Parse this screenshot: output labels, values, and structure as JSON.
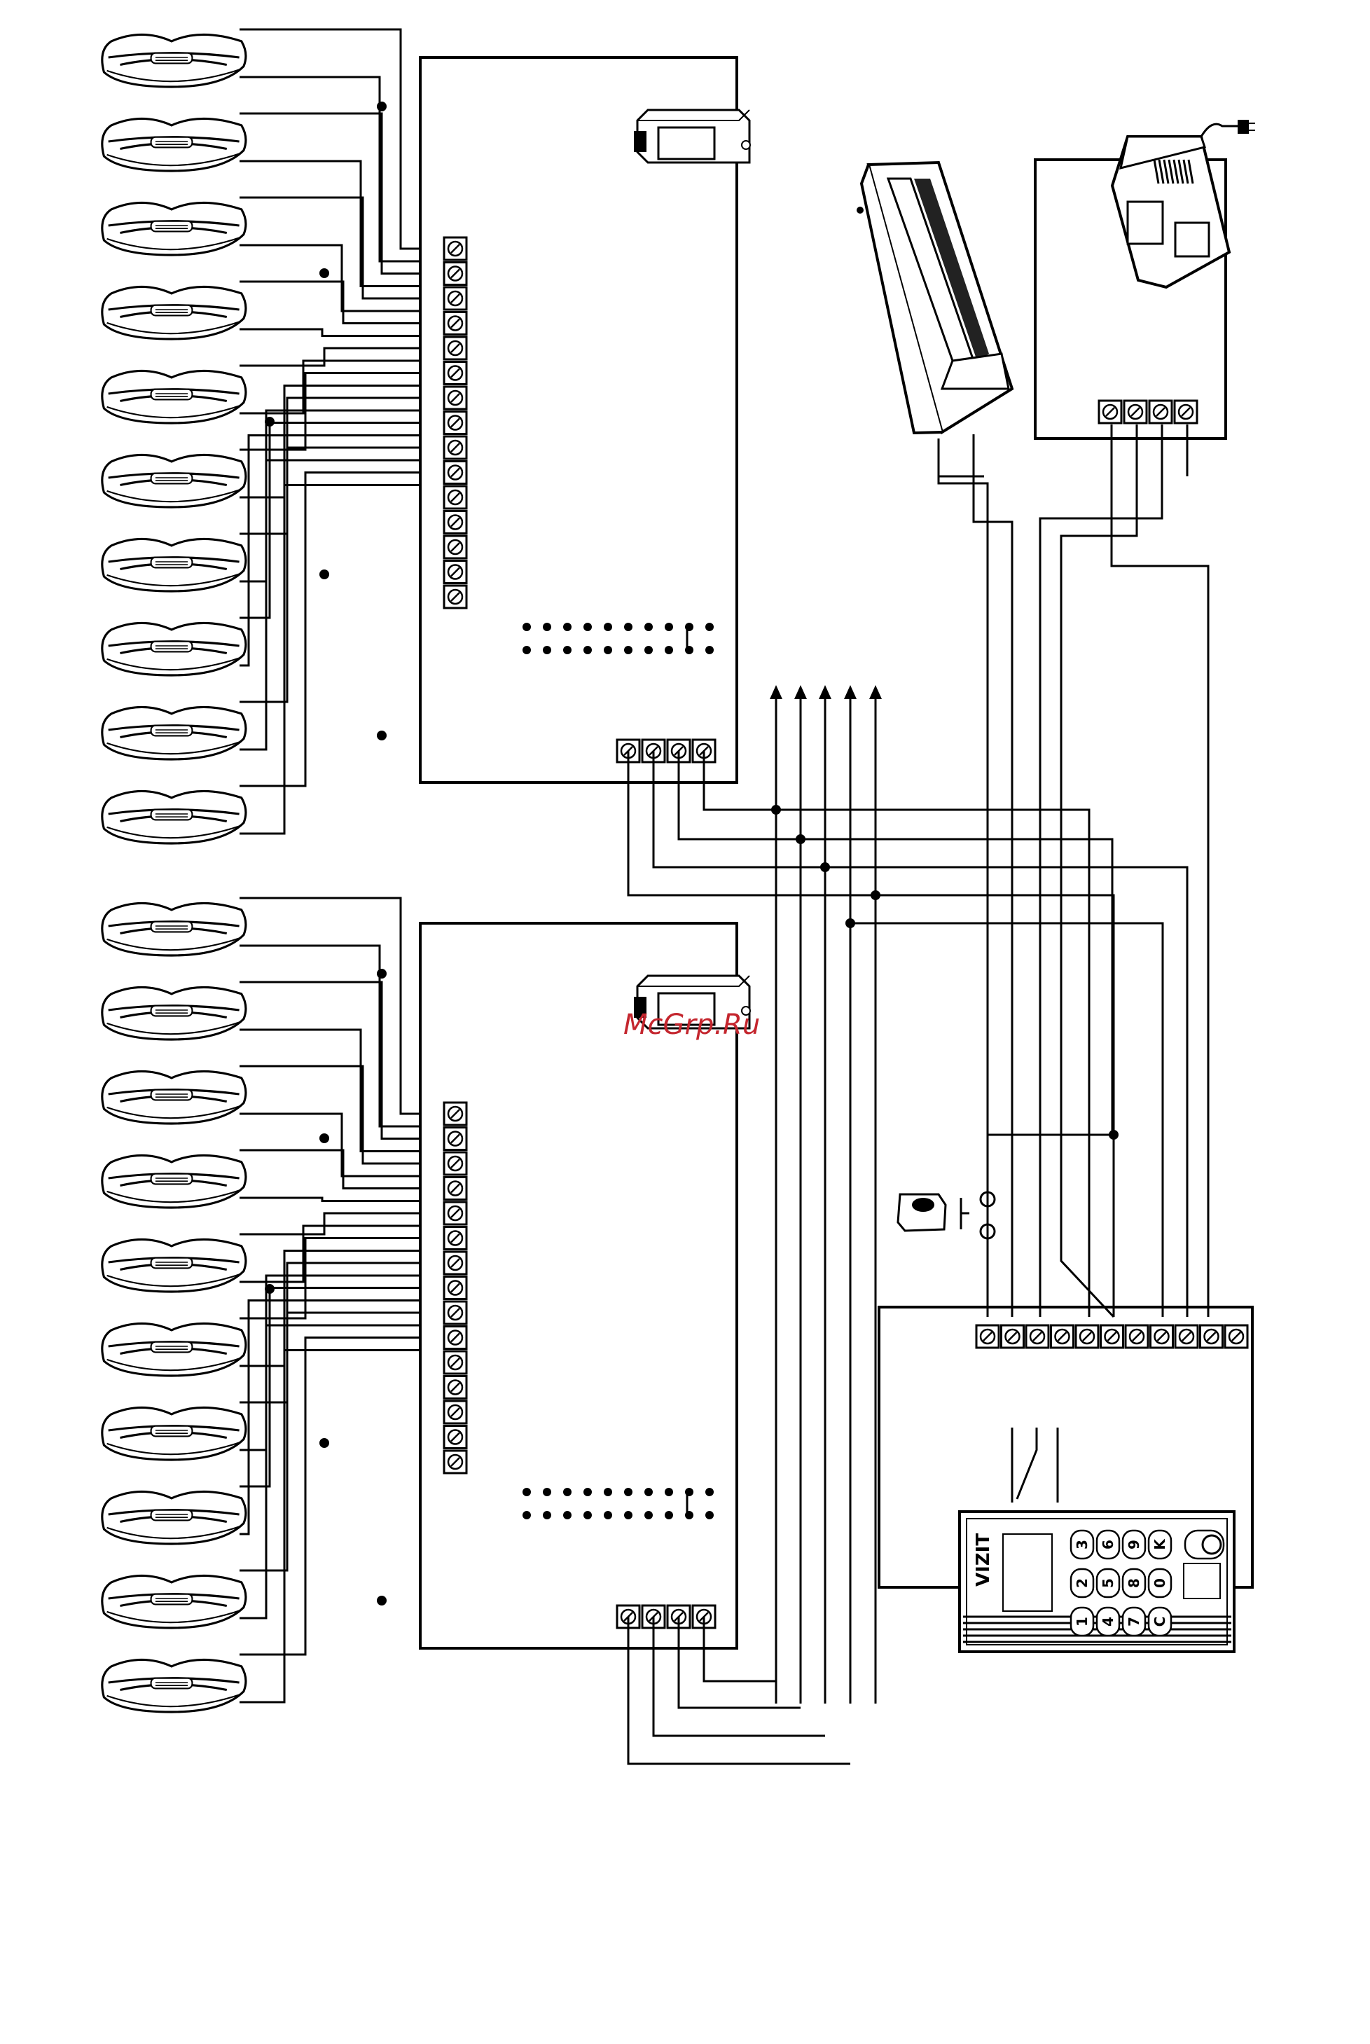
{
  "watermark": "McGrp.Ru",
  "keypad": {
    "brand": "VIZIT",
    "keys": [
      "3",
      "6",
      "9",
      "K",
      "2",
      "5",
      "8",
      "0",
      "1",
      "4",
      "7",
      "C"
    ],
    "panel_lines": [
      "",
      "",
      "",
      ""
    ]
  },
  "components": {
    "handset_icon": "intercom-handset-icon",
    "switch_unit_icon": "coordinate-switch-icon",
    "lock_icon": "electromagnetic-lock-icon",
    "psu_icon": "power-supply-icon",
    "button_icon": "exit-button-icon",
    "controller_icon": "block-controller-icon",
    "keypad_icon": "call-panel-icon"
  },
  "colors": {
    "line": "#000000",
    "background": "#ffffff",
    "watermark": "#c4262e"
  }
}
